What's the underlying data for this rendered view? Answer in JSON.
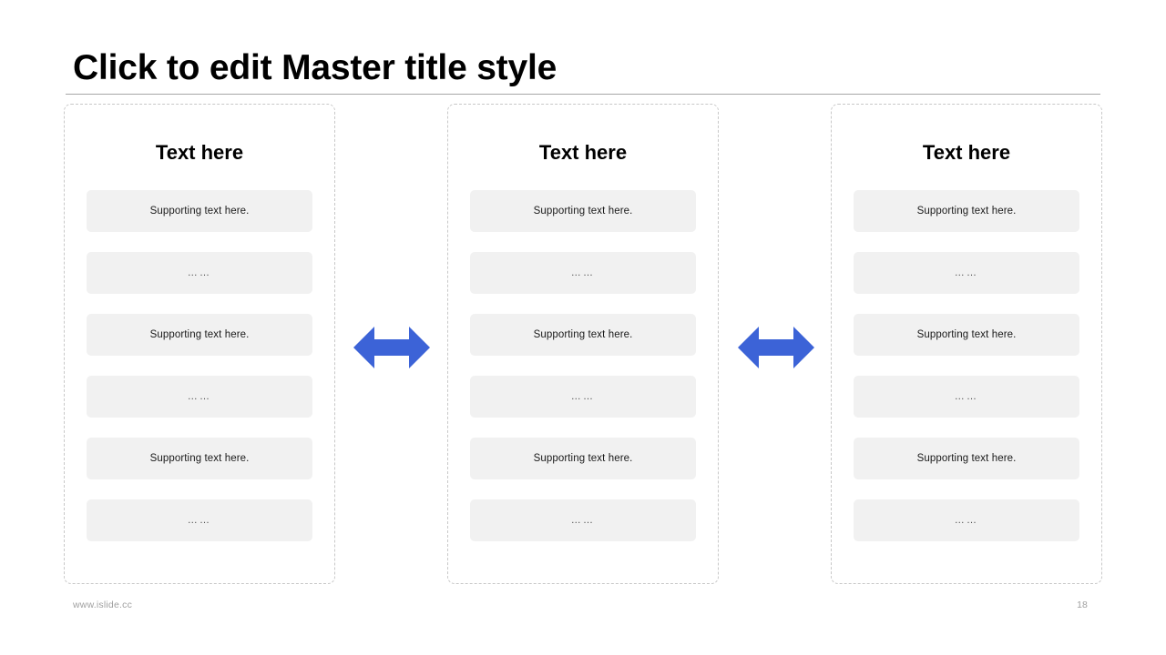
{
  "slide": {
    "title": "Click to edit Master title style",
    "accent_color": "#3c63d7",
    "box_fill_color": "#f1f1f1",
    "border_color": "#c8c8c8"
  },
  "columns": [
    {
      "heading": "Text here",
      "items": [
        {
          "label": "Supporting text here.",
          "kind": "text"
        },
        {
          "label": "……",
          "kind": "dots"
        },
        {
          "label": "Supporting text here.",
          "kind": "text"
        },
        {
          "label": "……",
          "kind": "dots"
        },
        {
          "label": "Supporting text here.",
          "kind": "text"
        },
        {
          "label": "……",
          "kind": "dots"
        }
      ]
    },
    {
      "heading": "Text here",
      "items": [
        {
          "label": "Supporting text here.",
          "kind": "text"
        },
        {
          "label": "……",
          "kind": "dots"
        },
        {
          "label": "Supporting text here.",
          "kind": "text"
        },
        {
          "label": "……",
          "kind": "dots"
        },
        {
          "label": "Supporting text here.",
          "kind": "text"
        },
        {
          "label": "……",
          "kind": "dots"
        }
      ]
    },
    {
      "heading": "Text here",
      "items": [
        {
          "label": "Supporting text here.",
          "kind": "text"
        },
        {
          "label": "……",
          "kind": "dots"
        },
        {
          "label": "Supporting text here.",
          "kind": "text"
        },
        {
          "label": "……",
          "kind": "dots"
        },
        {
          "label": "Supporting text here.",
          "kind": "text"
        },
        {
          "label": "……",
          "kind": "dots"
        }
      ]
    }
  ],
  "connectors": [
    {
      "icon": "double-arrow-horizontal-icon"
    },
    {
      "icon": "double-arrow-horizontal-icon"
    }
  ],
  "footer": {
    "site": "www.islide.cc",
    "page_number": "18"
  }
}
